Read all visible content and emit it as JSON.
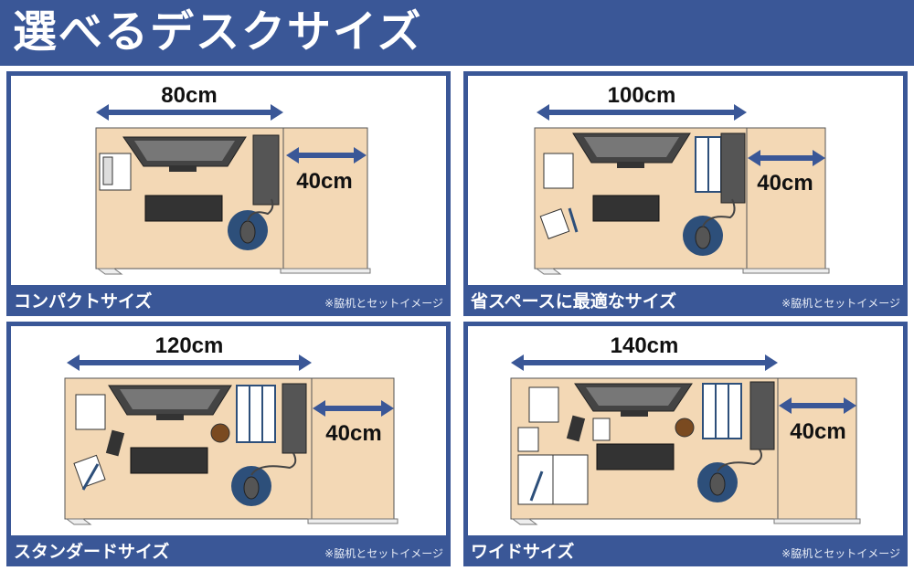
{
  "title": "選べるデスクサイズ",
  "panels": [
    {
      "caption": "コンパクトサイズ",
      "note": "※脇机とセットイメージ",
      "width_label": "80cm",
      "side_label": "40cm"
    },
    {
      "caption": "省スペースに最適なサイズ",
      "note": "※脇机とセットイメージ",
      "width_label": "100cm",
      "side_label": "40cm"
    },
    {
      "caption": "スタンダードサイズ",
      "note": "※脇机とセットイメージ",
      "width_label": "120cm",
      "side_label": "40cm"
    },
    {
      "caption": "ワイドサイズ",
      "note": "※脇机とセットイメージ",
      "width_label": "140cm",
      "side_label": "40cm"
    }
  ],
  "colors": {
    "header": "#3a5797",
    "desk": "#f3d8b5",
    "arrow": "#3a5797",
    "mousepad": "#2d4f7a"
  }
}
